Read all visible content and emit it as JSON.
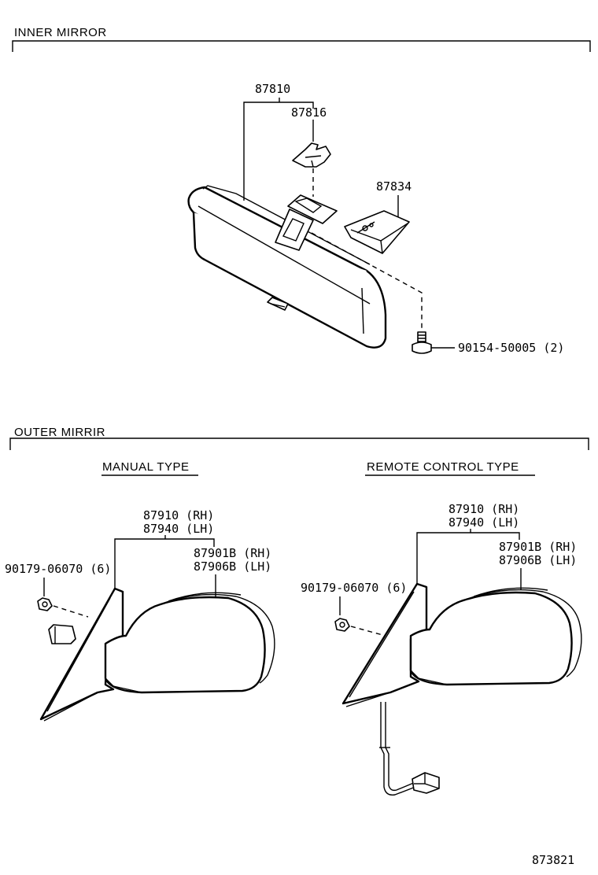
{
  "sections": {
    "inner": {
      "title": "INNER MIRROR"
    },
    "outer": {
      "title": "OUTER MIRRIR"
    }
  },
  "inner_mirror": {
    "part_assembly": "87810",
    "part_bracket": "87816",
    "part_cover": "87834",
    "part_screw": "90154-50005 (2)"
  },
  "outer_mirror": {
    "manual": {
      "heading": "MANUAL TYPE",
      "assy_rh": "87910 (RH)",
      "assy_lh": "87940 (LH)",
      "sub_rh": "87901B (RH)",
      "sub_lh": "87906B (LH)",
      "nut": "90179-06070 (6)"
    },
    "remote": {
      "heading": "REMOTE CONTROL TYPE",
      "assy_rh": "87910 (RH)",
      "assy_lh": "87940 (LH)",
      "sub_rh": "87901B (RH)",
      "sub_lh": "87906B (LH)",
      "nut": "90179-06070 (6)"
    }
  },
  "figure_number": "873821"
}
